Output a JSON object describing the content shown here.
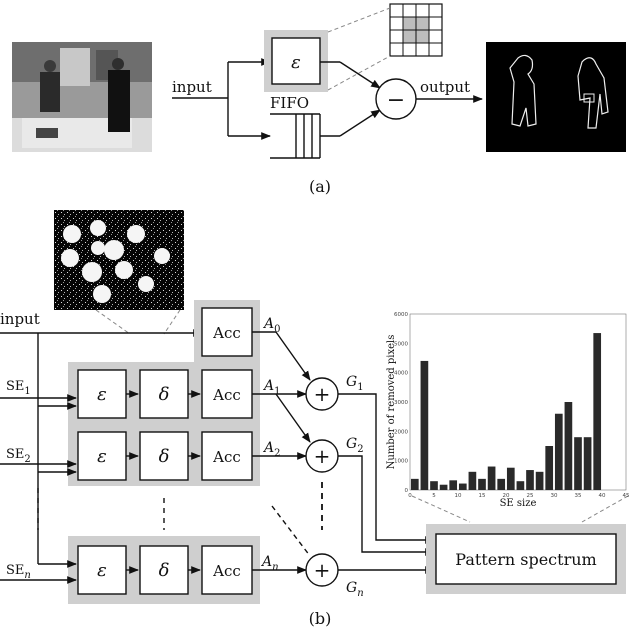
{
  "panel_a": {
    "caption": "(a)",
    "input_label": "input",
    "output_label": "output",
    "erosion_symbol": "ε",
    "fifo_label": "FIFO",
    "minus_symbol": "−"
  },
  "panel_b": {
    "caption": "(b)",
    "input_label": "input",
    "acc_label": "Acc",
    "erosion_symbol": "ε",
    "dilation_symbol": "δ",
    "plus_symbol": "+",
    "se_labels": [
      "SE",
      "SE",
      "SE"
    ],
    "se_subs": [
      "1",
      "2",
      "n"
    ],
    "a_labels": [
      "A",
      "A",
      "A",
      "A"
    ],
    "a_subs": [
      "0",
      "1",
      "2",
      "n"
    ],
    "g_labels": [
      "G",
      "G",
      "G"
    ],
    "g_subs": [
      "1",
      "2",
      "n"
    ],
    "pattern_spectrum_label": "Pattern spectrum"
  },
  "chart_data": {
    "type": "bar",
    "xlabel": "SE size",
    "ylabel": "Number of removed pixels",
    "xlim": [
      0,
      45
    ],
    "ylim": [
      0,
      6000
    ],
    "xticks": [
      0,
      5,
      10,
      15,
      20,
      25,
      30,
      35,
      40,
      45
    ],
    "yticks": [
      0,
      1000,
      2000,
      3000,
      4000,
      5000,
      6000
    ],
    "x": [
      1,
      3,
      5,
      7,
      9,
      11,
      13,
      15,
      17,
      19,
      21,
      23,
      25,
      27,
      29,
      31,
      33,
      35,
      37,
      39
    ],
    "values": [
      380,
      4400,
      300,
      180,
      330,
      220,
      620,
      380,
      800,
      380,
      760,
      300,
      680,
      620,
      1500,
      2600,
      3000,
      1800,
      1800,
      5350
    ],
    "bar_color": "#2a2a2a"
  }
}
